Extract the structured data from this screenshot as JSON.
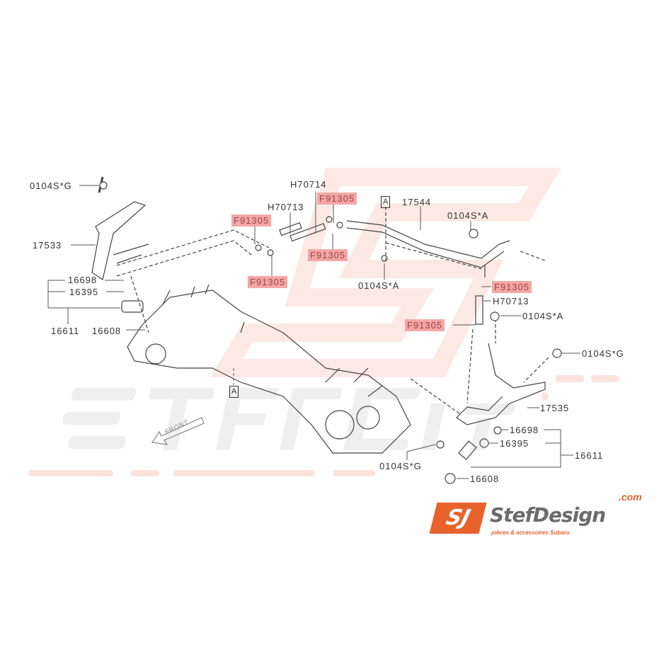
{
  "watermark": {
    "brand": "StefDesign",
    "domain": ".com",
    "tagline": "pièces & accessoires Subaru"
  },
  "logo": {
    "mark": "SJ",
    "name": "StefDesign",
    "domain": ".com",
    "tagline": "pièces & accessoires Subaru"
  },
  "front_marker": "FRONT",
  "labels": {
    "bolt_g_top": "0104S*G",
    "pipe_17533": "17533",
    "oring_left": "16698",
    "insulator_left": "16395",
    "injector_left": "16611",
    "seal_left": "16608",
    "hose_h70714": "H70714",
    "hose_h70713_top": "H70713",
    "clip_1": "F91305",
    "clip_2": "F91305",
    "clip_3": "F91305",
    "clip_4": "F91305",
    "clip_5": "F91305",
    "clip_6": "F91305",
    "ref_a_top": "A",
    "pipe_17544": "17544",
    "bolt_a_1": "0104S*A",
    "bolt_a_2": "0104S*A",
    "bolt_a_3": "0104S*A",
    "hose_h70713_right": "H70713",
    "bolt_g_right": "0104S*G",
    "pipe_17535": "17535",
    "oring_right": "16698",
    "insulator_right": "16395",
    "injector_right": "16611",
    "seal_right": "16608",
    "bolt_g_bottom": "0104S*G",
    "ref_a_bottom": "A"
  },
  "highlight_color": "#f4a6a6"
}
